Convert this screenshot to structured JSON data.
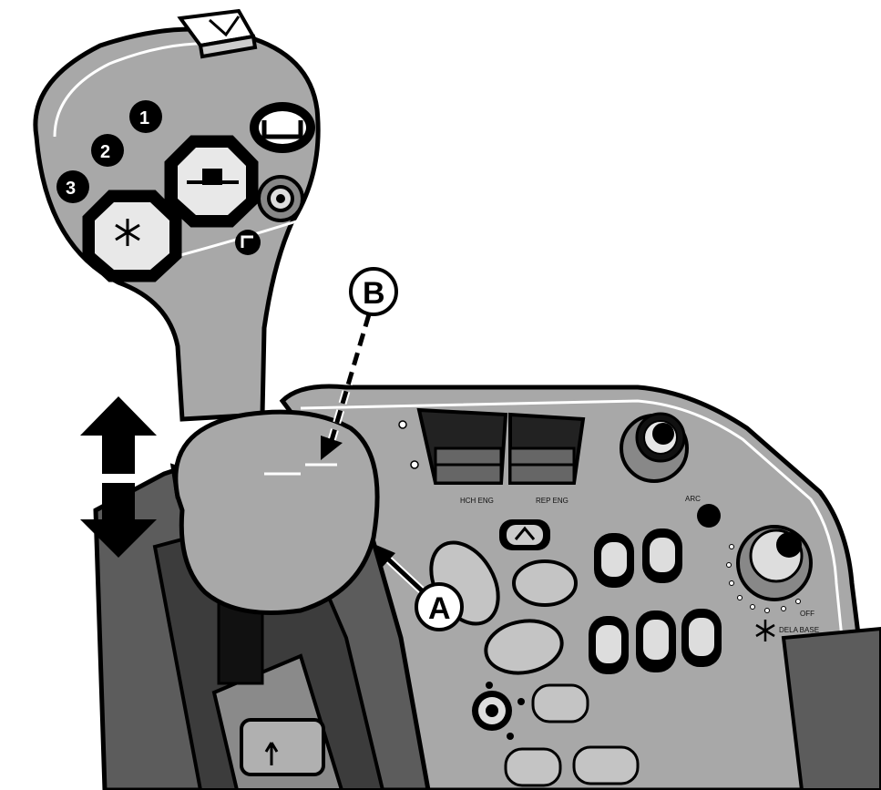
{
  "figure": {
    "callouts": [
      {
        "id": "A",
        "label": "A"
      },
      {
        "id": "B",
        "label": "B"
      }
    ],
    "grip_buttons": [
      "3",
      "2",
      "1"
    ],
    "console_labels": {
      "switch_left": "HCH ENG",
      "switch_right": "REP ENG",
      "knob_top": "ARC",
      "knob_bottom": "OFF",
      "knob_bottom_sub": "DELA BASE"
    },
    "colors": {
      "ink": "#000000",
      "body_gray": "#a8a8a8",
      "dark_gray": "#5c5c5c",
      "light_gray": "#cfcfcf",
      "paper": "#ffffff"
    },
    "icons": [
      "up-down-arrow-icon",
      "gear-icon",
      "snowflake-icon",
      "hitch-icon"
    ]
  }
}
